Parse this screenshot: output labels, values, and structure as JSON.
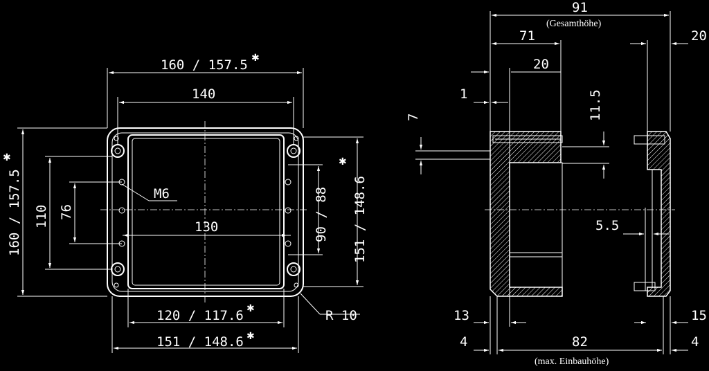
{
  "colors": {
    "background": "#000000",
    "line": "#ffffff"
  },
  "front_view": {
    "width_outer": "160 / 157.5",
    "width_holes": "140",
    "width_inner": "130",
    "width_bottom_inner": "120 / 117.6",
    "width_bottom_outer": "151 / 148.6",
    "height_outer": "160 / 157.5",
    "height_holes": "110",
    "height_inner_small": "76",
    "height_right_inner": "90 / 88",
    "height_right_outer": "151 / 148.6",
    "thread_label": "M6",
    "radius_label": "R 10",
    "star_symbol": "✱"
  },
  "side_view": {
    "total_height": "91",
    "total_height_note": "(Gesamthöhe)",
    "dim_71": "71",
    "dim_20_top": "20",
    "dim_20_right": "20",
    "dim_1": "1",
    "dim_7": "7",
    "dim_11_5": "11.5",
    "dim_5_5": "5.5",
    "dim_13": "13",
    "dim_15": "15",
    "dim_4_left": "4",
    "dim_4_right": "4",
    "install_height": "82",
    "install_height_note": "(max. Einbauhöhe)"
  }
}
